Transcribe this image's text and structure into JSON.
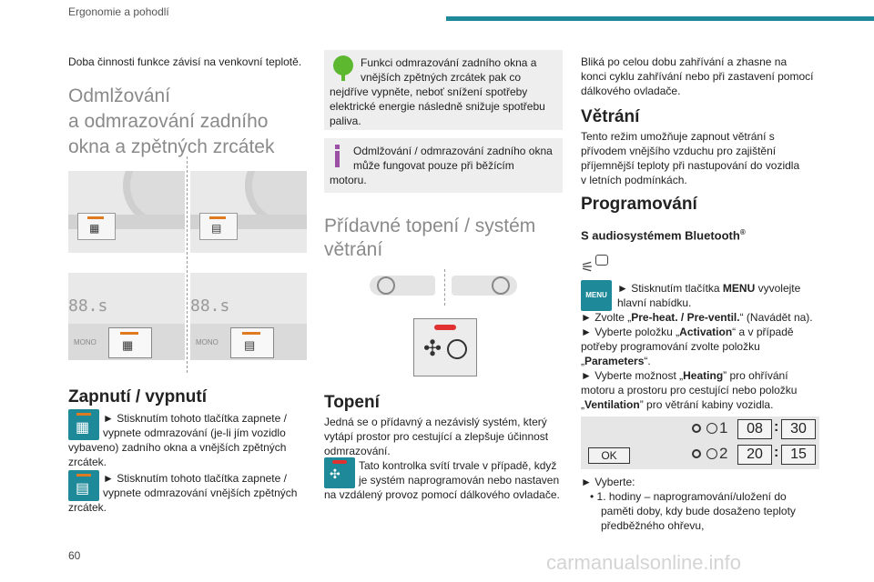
{
  "header": {
    "section": "Ergonomie a pohodlí"
  },
  "page_number": "60",
  "watermark": "carmanualsonline.info",
  "col1": {
    "intro": "Doba činnosti funkce závisí na venkovní teplotě.",
    "title_l1": "Odmlžování",
    "title_l2": "a odmrazování zadního",
    "title_l3": "okna a zpětných zrcátek",
    "display1": "88.s",
    "display2": "88.s",
    "mono1": "MONO",
    "mono2": "MONO",
    "h_onoff": "Zapnutí / vypnutí",
    "p1_l1": "► Stisknutím tohoto tlačítka zapnete /",
    "p1_l2": "vypnete odmrazování (je-li jím vozidlo",
    "p1_l3": "vybaveno) zadního okna a vnějších zpětných",
    "p1_l4": "zrcátek.",
    "p2_l1": "► Stisknutím tohoto tlačítka zapnete /",
    "p2_l2": "vypnete odmrazování vnějších zpětných",
    "p2_l3": "zrcátek."
  },
  "col2": {
    "eco_l1": "Funkci odmrazování zadního okna a",
    "eco_l2": "vnějších zpětných zrcátek pak co",
    "eco_l3": "nejdříve vypněte, neboť snížení spotřeby",
    "eco_l4": "elektrické energie následně snižuje spotřebu",
    "eco_l5": "paliva.",
    "info_l1": "Odmlžování / odmrazování zadního okna",
    "info_l2": "může fungovat pouze při běžícím",
    "info_l3": "motoru.",
    "title_l1": "Přídavné topení / systém",
    "title_l2": "větrání",
    "h_heat": "Topení",
    "heat_l1": "Jedná se o přídavný a nezávislý systém, který",
    "heat_l2": "vytápí prostor pro cestující a zlepšuje účinnost",
    "heat_l3": "odmrazování.",
    "lamp_l1": "Tato kontrolka svítí trvale v případě, když",
    "lamp_l2": "je systém naprogramován nebo nastaven",
    "lamp_l3": "na vzdálený provoz pomocí dálkového ovladače."
  },
  "col3": {
    "p0_l1": "Bliká po celou dobu zahřívání a zhasne na",
    "p0_l2": "konci cyklu zahřívání nebo při zastavení pomocí",
    "p0_l3": "dálkového ovladače.",
    "h_vent": "Větrání",
    "vent_l1": "Tento režim umožňuje zapnout větrání s",
    "vent_l2": "přívodem vnějšího vzduchu pro zajištění",
    "vent_l3": "příjemnější teploty při nastupování do vozidla",
    "vent_l4": "v letních podmínkách.",
    "h_prog": "Programování",
    "h_bt": "S audiosystémem Bluetooth",
    "reg": "®",
    "menu_icon": "MENU",
    "m1a": "► Stisknutím tlačítka ",
    "m1b": "MENU",
    "m1c": " vyvolejte",
    "m1d": "hlavní nabídku.",
    "m2a": "► Zvolte „",
    "m2b": "Pre-heat. / Pre-ventil.",
    "m2c": "“ (Navádět na).",
    "m3a": "► Vyberte položku „",
    "m3b": "Activation",
    "m3c": "“ a v případě",
    "m3d": "potřeby programování zvolte položku",
    "m3e": "„",
    "m3f": "Parameters",
    "m3g": "“.",
    "m4a": "► Vyberte možnost „",
    "m4b": "Heating",
    "m4c": "” pro ohřívání",
    "m4d": "motoru a prostoru pro cestující nebo položku",
    "m4e": "„",
    "m4f": "Ventilation",
    "m4g": "” pro větrání kabiny vozidla.",
    "scr_ok": "OK",
    "scr_t1_num": "1",
    "scr_t1_h": "08",
    "scr_t1_m": "30",
    "scr_t2_num": "2",
    "scr_t2_h": "20",
    "scr_t2_m": "15",
    "sel_l1": "► Vyberte:",
    "sel_l2": "• 1. hodiny – naprogramování/uložení do",
    "sel_l3": "paměti doby, kdy bude dosaženo teploty",
    "sel_l4": "předběžného ohřevu,"
  },
  "colors": {
    "accent": "#1e8a99",
    "eco": "#5db830",
    "info": "#9b4fa5",
    "red_lamp": "#e03030"
  }
}
